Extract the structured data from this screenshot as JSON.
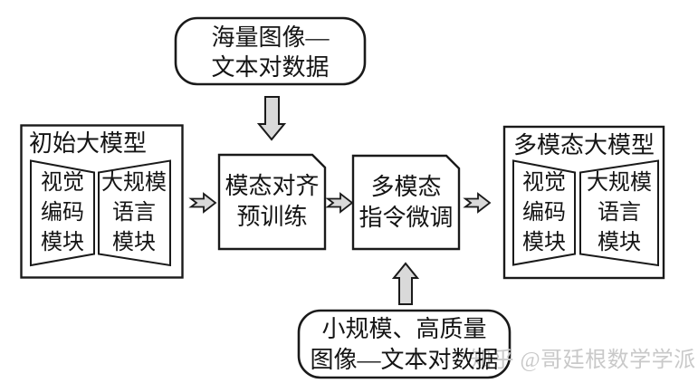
{
  "diagram": {
    "top_box": {
      "line1": "海量图像—",
      "line2": "文本对数据"
    },
    "left_model": {
      "title": "初始大模型",
      "vision": [
        "视觉",
        "编码",
        "模块"
      ],
      "language": [
        "大规模",
        "语言",
        "模块"
      ]
    },
    "step1": {
      "line1": "模态对齐",
      "line2": "预训练"
    },
    "step2": {
      "line1": "多模态",
      "line2": "指令微调"
    },
    "right_model": {
      "title": "多模态大模型",
      "vision": [
        "视觉",
        "编码",
        "模块"
      ],
      "language": [
        "大规模",
        "语言",
        "模块"
      ]
    },
    "bottom_box": {
      "line1": "小规模、高质量",
      "line2": "图像—文本对数据"
    },
    "watermark": "知乎 @哥廷根数学学派",
    "colors": {
      "line": "#1a1a1a",
      "arrow_fill": "#d9d9d9",
      "background": "#ffffff",
      "watermark": "#c9c9c9"
    }
  }
}
